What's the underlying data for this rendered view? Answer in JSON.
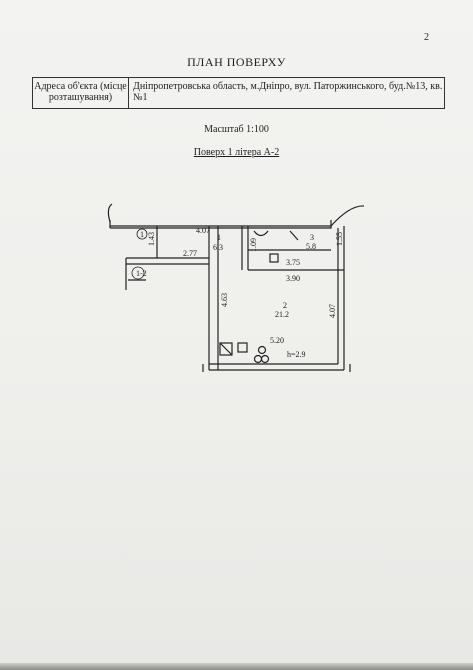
{
  "page_number": "2",
  "title": "ПЛАН ПОВЕРХУ",
  "address": {
    "label": "Адреса об'єкта (місце розташування)",
    "value": "Дніпропетровська область, м.Дніпро, вул. Паторжинського, буд.№13, кв.№1"
  },
  "scale": "Масштаб 1:100",
  "floor_label": "Поверх 1 літера А-2",
  "plan": {
    "dimensions": {
      "d_4_07_top": "4.07",
      "d_1_43": "1.43",
      "d_2_77": "2.77",
      "d_1_09": "1.09",
      "d_1_55": "1.55",
      "d_3_75": "3.75",
      "d_3_90": "3.90",
      "d_4_63": "4.63",
      "d_4_07_right": "4.07",
      "d_5_20": "5.20",
      "h_2_9": "h=2.9"
    },
    "rooms": [
      {
        "number": "1",
        "area": "6.3"
      },
      {
        "number": "2",
        "area": "21.2"
      },
      {
        "number": "3",
        "area": "5.8"
      }
    ],
    "markers": {
      "circle_1": "1",
      "circle_1_2": "1-2"
    }
  }
}
